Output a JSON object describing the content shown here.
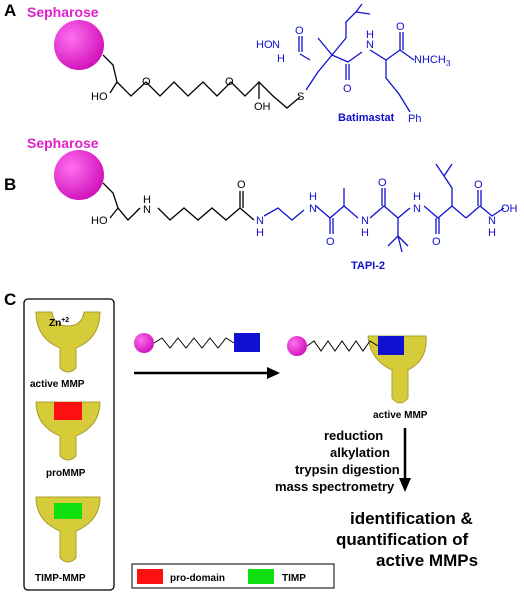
{
  "panelA": {
    "label": "A",
    "bead_label": "Sepharose",
    "compound_name": "Batimastat",
    "atoms": {
      "hoN": "HO",
      "n1": "N",
      "h1": "H",
      "h2": "H",
      "n2": "N",
      "nhch3": "NHCH",
      "sub3": "3",
      "s": "S",
      "oh": "OH",
      "o1": "O",
      "o2": "O",
      "ph": "Ph",
      "ho_link": "HO",
      "o_a": "O",
      "o_b": "O",
      "o_c": "O"
    }
  },
  "panelB": {
    "label": "B",
    "bead_label": "Sepharose",
    "compound_name": "TAPI-2",
    "atoms": {
      "ho": "HO",
      "n_amine": "N",
      "h_amine": "H",
      "n_amide1": "N",
      "h_amide1": "H",
      "o_amide1": "O",
      "n_amide2": "N",
      "h_amide2": "H",
      "o_a": "O",
      "n_amide3": "N",
      "h_amide3": "H",
      "o_b": "O",
      "n_amide4": "N",
      "h_amide4": "H",
      "o_c": "O",
      "n_oh": "N",
      "h_oh": "H",
      "oh": "OH",
      "o_d": "O"
    }
  },
  "panelC": {
    "label": "C",
    "zn": "Zn",
    "zn_sup": "+2",
    "active_mmp": "active MMP",
    "pro_mmp": "proMMP",
    "timp_mmp": "TIMP-MMP",
    "bound_active": "active MMP",
    "steps": [
      "reduction",
      "alkylation",
      "trypsin digestion",
      "mass spectrometry"
    ],
    "result": [
      "identification &",
      "quantification of",
      "active MMPs"
    ],
    "legend": [
      {
        "label": "pro-domain",
        "color": "#ff1010"
      },
      {
        "label": "TIMP",
        "color": "#10e010"
      }
    ]
  },
  "colors": {
    "bead": "#e020c8",
    "protein": "#d6cc3a",
    "inhibitor": "#1010d0"
  }
}
